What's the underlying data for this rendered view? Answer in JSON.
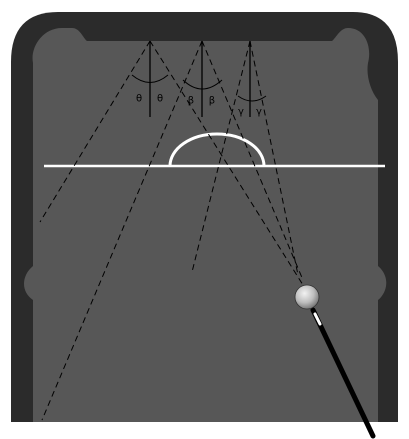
{
  "diagram": {
    "colors": {
      "frame": "#2b2b2b",
      "felt": "#575757",
      "background": "#ffffff",
      "line": "#ffffff",
      "trajectory": "#000000",
      "cue_ball": "#c8c8c8"
    },
    "angle_labels": [
      {
        "id": "theta-left",
        "text": "θ"
      },
      {
        "id": "theta-right",
        "text": "θ"
      },
      {
        "id": "beta-left",
        "text": "β"
      },
      {
        "id": "beta-right",
        "text": "β"
      },
      {
        "id": "gamma-left",
        "text": "γ"
      },
      {
        "id": "gamma-right",
        "text": "γ"
      }
    ],
    "icons": [
      "cue-ball-icon",
      "cue-stick-icon"
    ]
  }
}
